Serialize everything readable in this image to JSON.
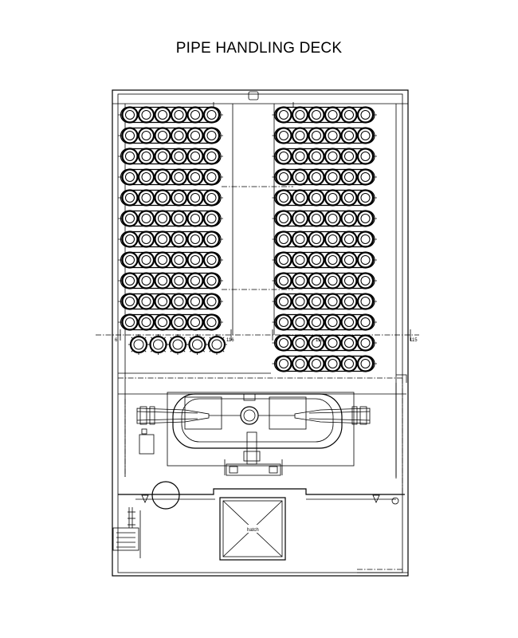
{
  "title": "PIPE HANDLING DECK",
  "labels": {
    "hatch": "hatch",
    "axis_left": "6",
    "axis_center_left": "116",
    "axis_center_right": "116",
    "axis_right": "115"
  },
  "racks": {
    "left_rows": 11,
    "right_rows": 13,
    "pipes_per_rack_row": 6,
    "loose_pipes": 5
  },
  "colors": {
    "line": "#000000",
    "background": "#ffffff"
  }
}
